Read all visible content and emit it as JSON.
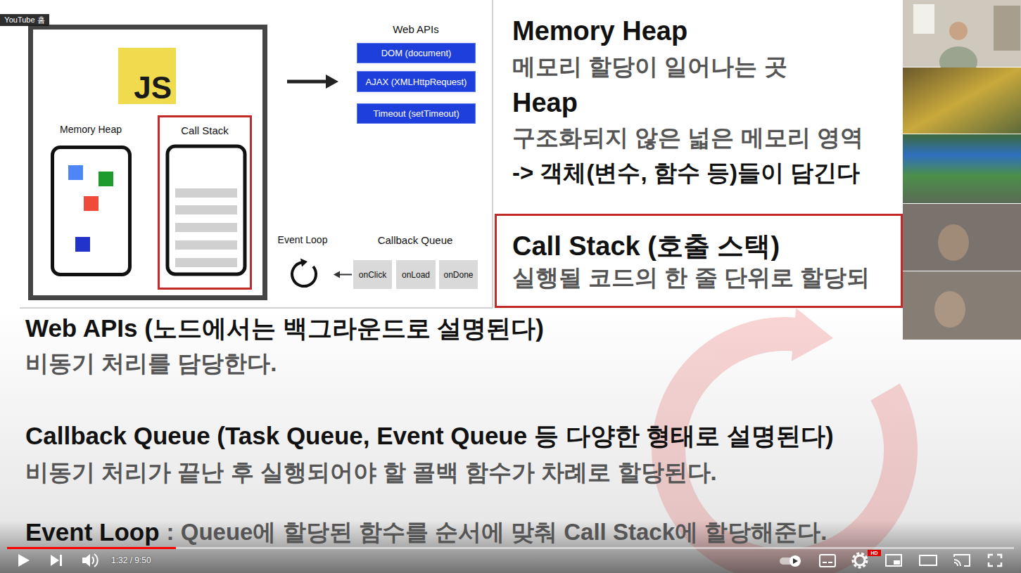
{
  "diagram": {
    "nodes": [
      {
        "text": [
          "YouTube 홈"
        ]
      },
      {
        "text": [
          "JS"
        ]
      },
      {
        "text": [
          "Memory Heap"
        ]
      },
      {
        "text": [
          "Call Stack"
        ]
      },
      {
        "text": [
          "DOM (document)"
        ]
      },
      {
        "text": [
          "AJAX (XMLHttpRequest)"
        ]
      },
      {
        "text": [
          "Timeout (setTimeout)"
        ]
      },
      {
        "text": [
          "Event Loop"
        ]
      },
      {
        "text": [
          "onClick"
        ]
      },
      {
        "text": [
          "onLoad"
        ]
      },
      {
        "text": [
          "onDone"
        ]
      },
      {
        "text": [
          "Call Stack (호출 스택)",
          "실행될 코드의 한 줄 단위로 할당되"
        ]
      },
      {
        "text": [
          "HD"
        ]
      }
    ],
    "edges": [
      {
        "from": 8,
        "to": 7,
        "arrow": "to"
      }
    ],
    "labels": [
      "Web APIs",
      "Callback Queue",
      "Memory Heap",
      "메모리 할당이 일어나는 곳",
      "Heap",
      "구조화되지 않은 넓은 메모리 영역",
      "-> 객체(변수, 함수 등)들이 담긴다",
      "Web APIs (노드에서는 백그라운드로 설명된다)",
      "비동기 처리를 담당한다.",
      "Callback Queue (Task Queue, Event Queue 등 다양한 형태로 설명된다)",
      "비동기 처리가 끝난 후 실행되어야 할 콜백 함수가 차례로 할당된다.",
      "Event Loop",
      ": Queue에 할당된 함수를 순서에 맞춰 Call Stack에 할당해준다.",
      "1:32 / 9:50"
    ]
  }
}
